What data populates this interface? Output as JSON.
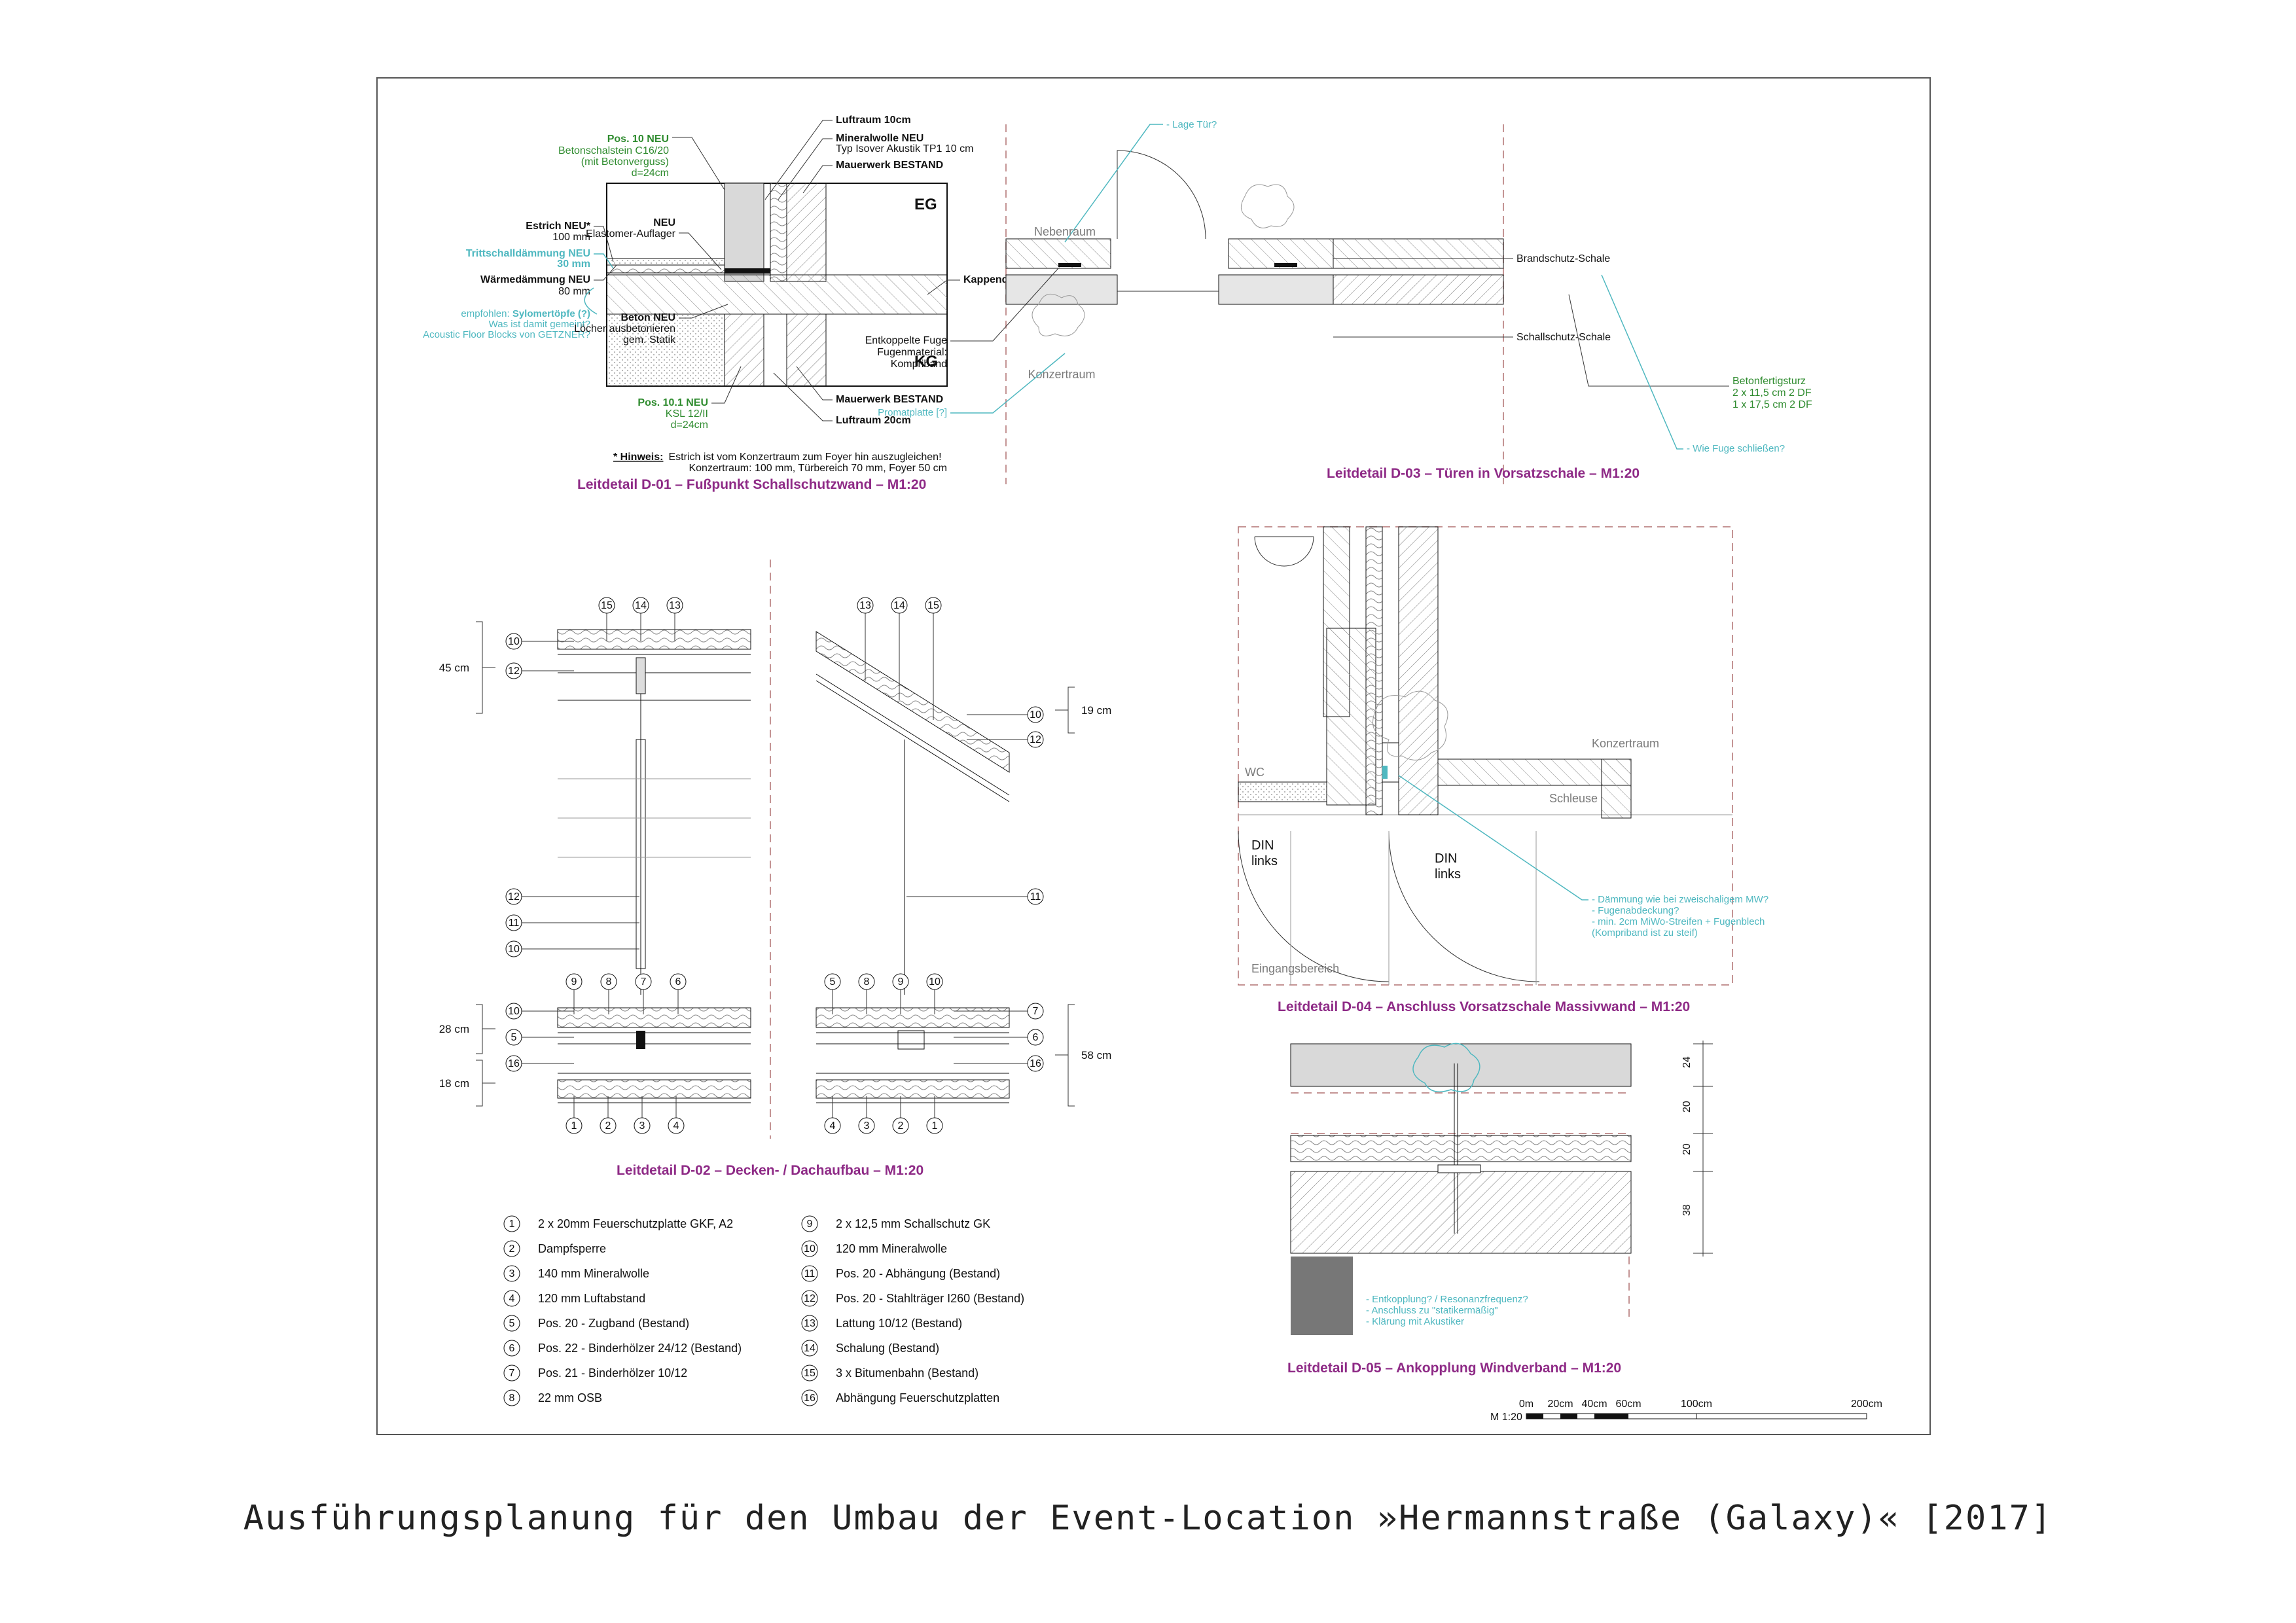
{
  "caption": "Ausführungsplanung für den Umbau der Event-Location »Hermannstraße (Galaxy)« [2017]",
  "d01": {
    "title": "Leitdetail D-01 – Fußpunkt Schallschutzwand – M1:20",
    "pos10_head": "Pos. 10 NEU",
    "pos10_l1": "Betonschalstein C16/20",
    "pos10_l2": "(mit Betonverguss)",
    "pos10_l3": "d=24cm",
    "luftraum10": "Luftraum 10cm",
    "mineralwolle_head": "Mineralwolle NEU",
    "mineralwolle_sub": "Typ Isover Akustik TP1 10 cm",
    "mauerwerk_top": "Mauerwerk BESTAND",
    "eg": "EG",
    "kg": "KG",
    "estrich_head": "Estrich NEU*",
    "estrich_sub": "100 mm",
    "neu_head": "NEU",
    "neu_sub": "Elastomer-Auflager",
    "tritt_head": "Trittschalldämmung NEU",
    "tritt_sub": "30 mm",
    "waerme_head": "Wärmedämmung NEU",
    "waerme_sub": "80 mm",
    "empf_l1a": "empfohlen: ",
    "empf_l1b": "Sylomertöpfe (?)",
    "empf_l2": "Was ist damit gemeint?",
    "empf_l3": "Acoustic Floor Blocks von GETZNER?",
    "kappendecke": "Kappendecke BESTAND",
    "beton_head": "Beton NEU",
    "beton_l1": "Löcher ausbetonieren",
    "beton_l2": "gem. Statik",
    "pos101_head": "Pos. 10.1 NEU",
    "pos101_l1": "KSL 12/II",
    "pos101_l2": "d=24cm",
    "mauerwerk_bottom": "Mauerwerk BESTAND",
    "luftraum20": "Luftraum 20cm",
    "hinweis_head": "* Hinweis:",
    "hinweis_l1": "Estrich ist vom Konzertraum zum Foyer hin auszugleichen!",
    "hinweis_l2": "Konzertraum: 100 mm, Türbereich 70 mm, Foyer 50 cm"
  },
  "d03": {
    "title": "Leitdetail D-03 – Türen in Vorsatzschale – M1:20",
    "lage_tuer": "- Lage Tür?",
    "nebenraum": "Nebenraum",
    "konzertraum": "Konzertraum",
    "brandschutz": "Brandschutz-Schale",
    "schallschutz": "Schallschutz-Schale",
    "fuge_l1": "Entkoppelte Fuge",
    "fuge_l2": "Fugenmaterial:",
    "fuge_l3": "Kompriband",
    "promat": "Promatplatte [?]",
    "sturz_l1": "Betonfertigsturz",
    "sturz_l2": "2 x 11,5 cm 2 DF",
    "sturz_l3": "1 x 17,5 cm 2 DF",
    "wie_fuge": "- Wie Fuge schließen?"
  },
  "d02": {
    "title": "Leitdetail D-02 – Decken- / Dachaufbau – M1:20",
    "dim_45": "45 cm",
    "dim_28": "28 cm",
    "dim_18": "18 cm",
    "dim_19": "19 cm",
    "dim_58": "58 cm",
    "callouts": {
      "l_top": [
        "15",
        "14",
        "13"
      ],
      "l_side_top": [
        "10",
        "12"
      ],
      "l_side_mid": [
        "12",
        "11",
        "10"
      ],
      "l_mid_top": [
        "9",
        "8",
        "7",
        "6"
      ],
      "l_side_low": [
        "10",
        "5",
        "16"
      ],
      "l_bottom": [
        "1",
        "2",
        "3",
        "4"
      ],
      "r_top": [
        "13",
        "14",
        "15"
      ],
      "r_side_top": [
        "10",
        "12"
      ],
      "r_side_mid": [
        "11"
      ],
      "r_mid_top": [
        "5",
        "8",
        "9",
        "10"
      ],
      "r_side_low": [
        "7",
        "6",
        "16"
      ],
      "r_bottom": [
        "4",
        "3",
        "2",
        "1"
      ]
    }
  },
  "d04": {
    "title": "Leitdetail D-04 – Anschluss Vorsatzschale Massivwand – M1:20",
    "konzertraum": "Konzertraum",
    "wc": "WC",
    "schleuse": "Schleuse",
    "din_left_1": "DIN",
    "din_left_2": "links",
    "din_right_1": "DIN",
    "din_right_2": "links",
    "eingang": "Eingangsbereich",
    "note1": "- Dämmung wie bei zweischaligem MW?",
    "note2": "- Fugenabdeckung?",
    "note3": "- min. 2cm MiWo-Streifen + Fugenblech",
    "note4": "(Kompriband ist zu steif)"
  },
  "d05": {
    "title": "Leitdetail D-05 – Ankopplung Windverband – M1:20",
    "dims": [
      "24",
      "20",
      "20",
      "38"
    ],
    "note1": "- Entkopplung? / Resonanzfrequenz?",
    "note2": "- Anschluss zu \"statikermäßig\"",
    "note3": "- Klärung mit Akustiker"
  },
  "legend": {
    "left": [
      {
        "n": "1",
        "text": "2 x 20mm Feuerschutzplatte GKF, A2"
      },
      {
        "n": "2",
        "text": "Dampfsperre"
      },
      {
        "n": "3",
        "text": "140 mm Mineralwolle"
      },
      {
        "n": "4",
        "text": "120 mm Luftabstand"
      },
      {
        "n": "5",
        "text": "Pos. 20 - Zugband (Bestand)"
      },
      {
        "n": "6",
        "text": "Pos. 22 - Binderhölzer 24/12 (Bestand)"
      },
      {
        "n": "7",
        "text": "Pos. 21 - Binderhölzer 10/12"
      },
      {
        "n": "8",
        "text": "22 mm OSB"
      }
    ],
    "right": [
      {
        "n": "9",
        "text": "2 x 12,5 mm Schallschutz GK"
      },
      {
        "n": "10",
        "text": "120 mm Mineralwolle"
      },
      {
        "n": "11",
        "text": "Pos. 20 - Abhängung (Bestand)"
      },
      {
        "n": "12",
        "text": "Pos. 20 - Stahlträger I260 (Bestand)"
      },
      {
        "n": "13",
        "text": "Lattung 10/12 (Bestand)"
      },
      {
        "n": "14",
        "text": "Schalung (Bestand)"
      },
      {
        "n": "15",
        "text": "3 x Bitumenbahn (Bestand)"
      },
      {
        "n": "16",
        "text": "Abhängung Feuerschutzplatten"
      }
    ]
  },
  "scale": {
    "label": "M 1:20",
    "ticks": [
      "0m",
      "20cm",
      "40cm",
      "60cm",
      "100cm",
      "200cm"
    ]
  }
}
